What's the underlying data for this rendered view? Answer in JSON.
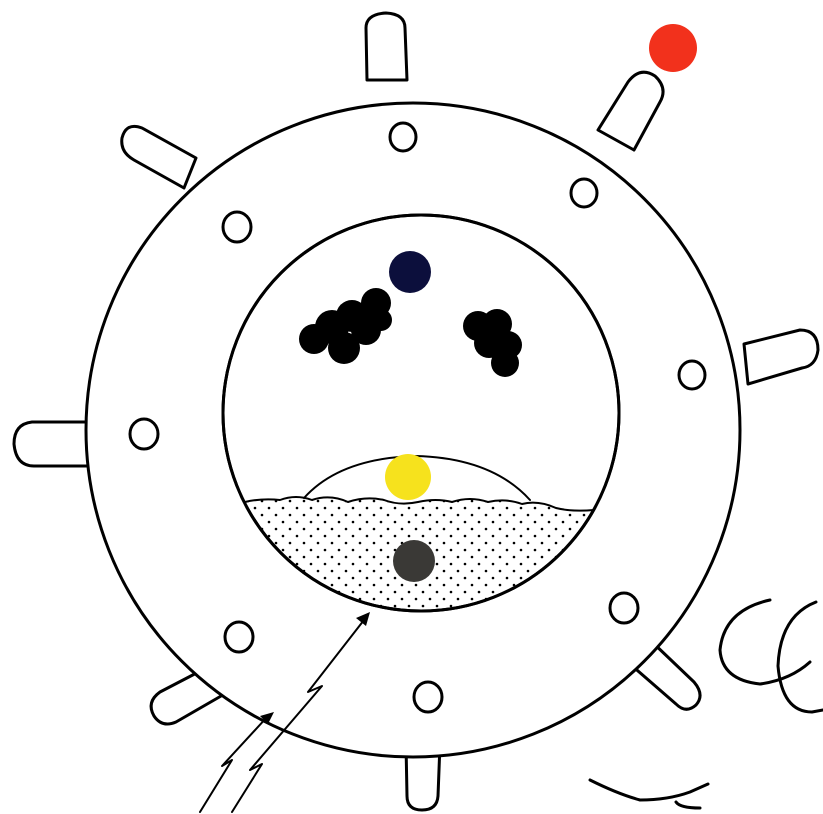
{
  "diagram": {
    "colors": {
      "background": "#ffffff",
      "line": "#000000",
      "red_dot": "#f2311c",
      "blue_dot": "#0c0f3c",
      "yellow_dot": "#f6e21d",
      "gray_dot": "#3a3936",
      "black_clusters": "#000000",
      "stipple": "#000000"
    },
    "spike_count": 8,
    "outer_ring_hole_count": 8,
    "black_cluster_count": 2
  }
}
